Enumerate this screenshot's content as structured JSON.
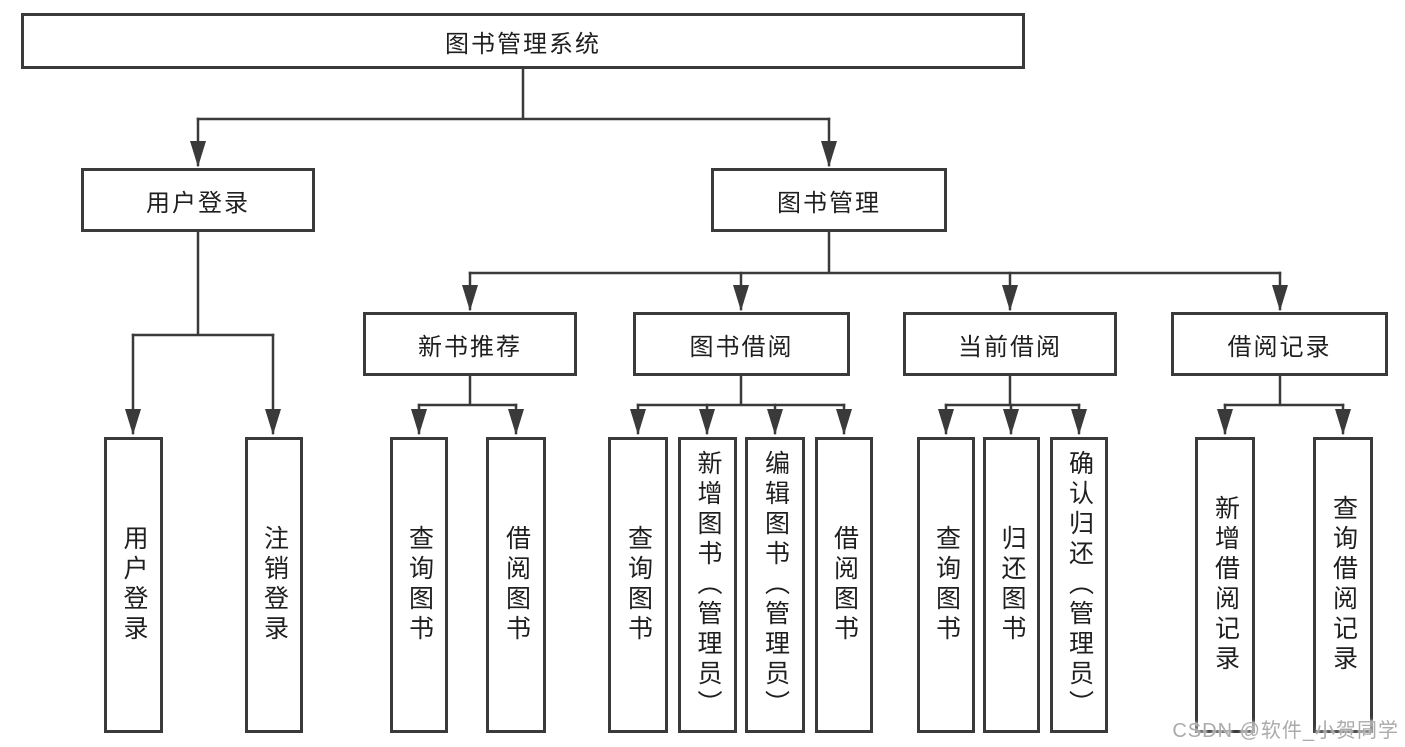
{
  "diagram": {
    "title_node": "图书管理系统",
    "level2": {
      "user_login": "用户登录",
      "book_mgmt": "图书管理"
    },
    "level3": {
      "new_book": "新书推荐",
      "book_borrow": "图书借阅",
      "current_borrow": "当前借阅",
      "borrow_record": "借阅记录"
    },
    "leaves": {
      "user_login": [
        "用户登录",
        "注销登录"
      ],
      "new_book": [
        "查询图书",
        "借阅图书"
      ],
      "book_borrow": [
        "查询图书",
        "新增图书（管理员）",
        "编辑图书（管理员）",
        "借阅图书"
      ],
      "current_borrow": [
        "查询图书",
        "归还图书",
        "确认归还（管理员）"
      ],
      "borrow_record": [
        "新增借阅记录",
        "查询借阅记录"
      ]
    },
    "colors": {
      "line": "#3a3a3a",
      "node_background": "#ffffff",
      "text": "#1f1f1f"
    }
  },
  "watermark": {
    "text": "CSDN @软件_小贺同学",
    "color": "#ababab"
  }
}
